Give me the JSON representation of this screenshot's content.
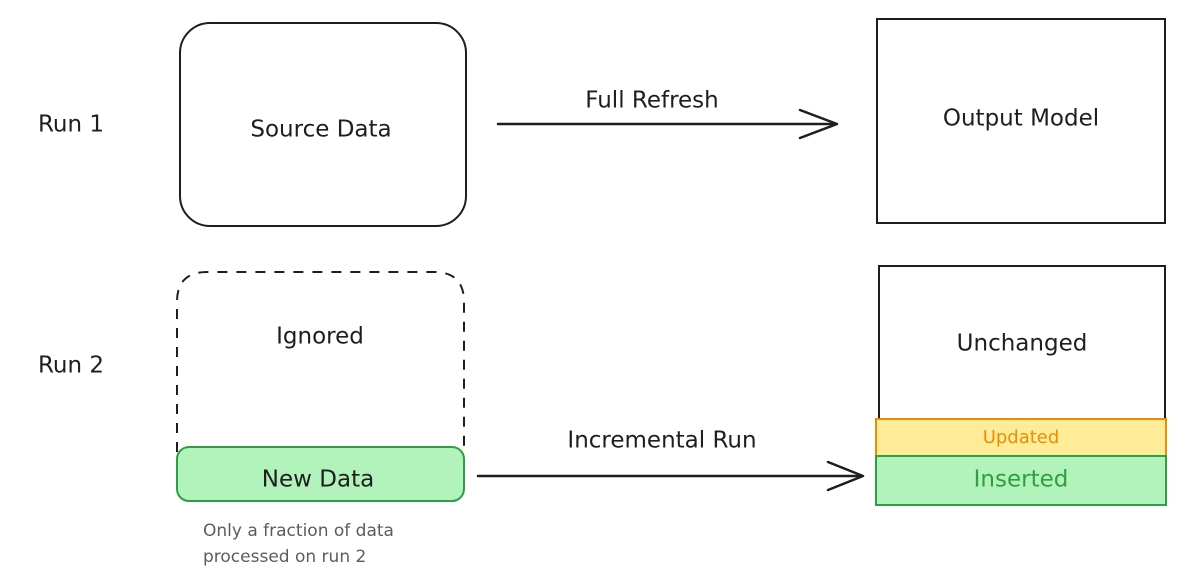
{
  "rows": {
    "run1": "Run 1",
    "run2": "Run 2"
  },
  "run1": {
    "source_label": "Source Data",
    "arrow_label": "Full Refresh",
    "output_label": "Output Model"
  },
  "run2": {
    "ignored_label": "Ignored",
    "new_data_label": "New Data",
    "arrow_label": "Incremental Run",
    "unchanged_label": "Unchanged",
    "updated_label": "Updated",
    "inserted_label": "Inserted",
    "note_line1": "Only a fraction of data",
    "note_line2": "processed on run 2"
  },
  "colors": {
    "stroke": "#1e1e1e",
    "green_fill": "#b2f2bb",
    "green_stroke": "#2f9e44",
    "yellow_fill": "#ffec99",
    "orange_stroke": "#f08c00",
    "note_text": "#5c5c5c"
  }
}
